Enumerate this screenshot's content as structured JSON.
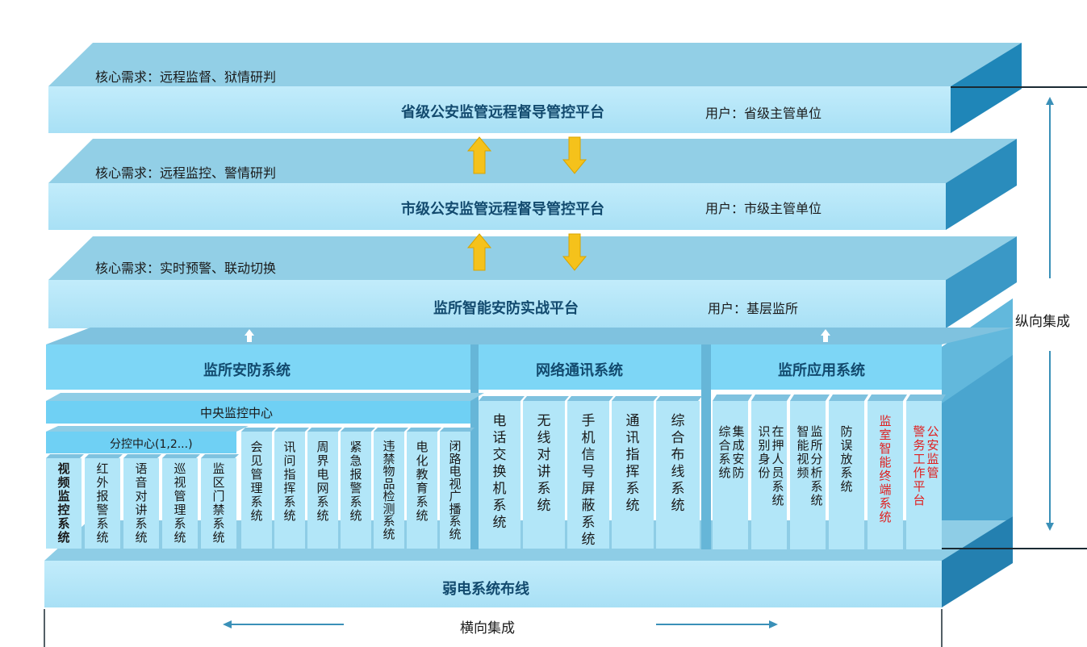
{
  "levels": [
    {
      "need": "核心需求：远程监督、狱情研判",
      "title": "省级公安监管远程督导管控平台",
      "user": "用户：省级主管单位"
    },
    {
      "need": "核心需求：远程监控、警情研判",
      "title": "市级公安监管远程督导管控平台",
      "user": "用户：市级主管单位"
    },
    {
      "need": "核心需求：实时预警、联动切换",
      "title": "监所智能安防实战平台",
      "user": "用户：基层监所"
    }
  ],
  "sections": {
    "security": "监所安防系统",
    "network": "网络通讯系统",
    "application": "监所应用系统"
  },
  "central_monitor": "中央监控中心",
  "sub_monitor": "分控中心(1,2...)",
  "security_systems_short": [
    {
      "cols": [
        "视频",
        "监控",
        "系统"
      ]
    },
    {
      "cols": [
        "红外",
        "报警",
        "系统"
      ]
    },
    {
      "cols": [
        "语音",
        "对讲",
        "系统"
      ]
    },
    {
      "cols": [
        "巡视",
        "管理",
        "系统"
      ]
    },
    {
      "cols": [
        "监区",
        "门禁",
        "系统"
      ]
    }
  ],
  "security_systems_tall": [
    {
      "cols": [
        "会见管理系统"
      ]
    },
    {
      "cols": [
        "讯问指挥系统"
      ]
    },
    {
      "cols": [
        "周界电网系统"
      ]
    },
    {
      "cols": [
        "紧急报警系统"
      ]
    },
    {
      "cols": [
        "违禁物品检测系统"
      ]
    },
    {
      "cols": [
        "电化教育系统"
      ]
    },
    {
      "cols": [
        "闭路电视广播系统"
      ]
    }
  ],
  "network_systems": [
    {
      "cols": [
        "电话交换机系统"
      ]
    },
    {
      "cols": [
        "无线对讲系统"
      ]
    },
    {
      "cols": [
        "手机信号屏蔽系统"
      ]
    },
    {
      "cols": [
        "通讯指挥系统"
      ]
    },
    {
      "cols": [
        "综合布线系统"
      ]
    }
  ],
  "application_systems": [
    {
      "cols": [
        "集成",
        "综合",
        "安防",
        "系统"
      ],
      "order": "rtl",
      "color": "normal"
    },
    {
      "cols": [
        "在押人员",
        "识别身份",
        "系统"
      ],
      "order": "rtl",
      "color": "normal"
    },
    {
      "cols": [
        "监所",
        "智能",
        "分析",
        "视频",
        "系统"
      ],
      "order": "mixed",
      "color": "normal"
    },
    {
      "cols": [
        "防误放系统"
      ],
      "order": "single",
      "color": "normal"
    },
    {
      "cols": [
        "监室智能终端系统"
      ],
      "order": "single",
      "color": "red"
    },
    {
      "cols": [
        "公安监管",
        "警务",
        "工作平台"
      ],
      "order": "rtl",
      "color": "red"
    }
  ],
  "base": "弱电系统布线",
  "vertical_label": "纵向集成",
  "horizontal_label": "横向集成",
  "colors": {
    "front": "#b2e6f8",
    "top": "#8ecde6",
    "side": "#2e8bb8",
    "title": "#124a6e",
    "arrow": "#f5c21b",
    "axis_arrow": "#3a90b8",
    "red_text": "#e02020"
  }
}
